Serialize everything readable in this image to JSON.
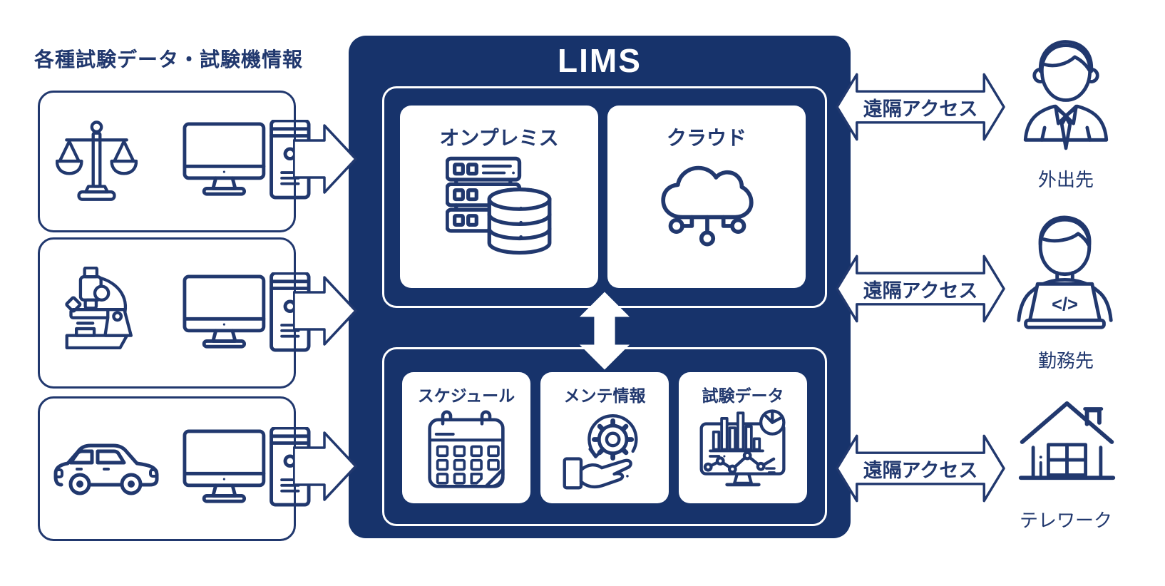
{
  "colors": {
    "navy_fill": "#17336b",
    "line_stroke": "#21386e",
    "white": "#ffffff"
  },
  "left_panel": {
    "heading": "各種試験データ・試験機情報",
    "sources": [
      {
        "icons": [
          "balance-scale-icon",
          "desktop-computer-icon"
        ]
      },
      {
        "icons": [
          "microscope-icon",
          "desktop-computer-icon"
        ]
      },
      {
        "icons": [
          "car-icon",
          "desktop-computer-icon"
        ]
      }
    ]
  },
  "lims": {
    "title": "LIMS",
    "infrastructure_cards": [
      {
        "label": "オンプレミス",
        "icon": "server-database-icon"
      },
      {
        "label": "クラウド",
        "icon": "cloud-network-icon"
      }
    ],
    "function_cards": [
      {
        "label": "スケジュール",
        "icon": "calendar-icon"
      },
      {
        "label": "メンテ情報",
        "icon": "gear-hand-icon"
      },
      {
        "label": "試験データ",
        "icon": "chart-monitor-icon"
      }
    ]
  },
  "remote": {
    "arrow_label": "遠隔アクセス",
    "destinations": [
      {
        "label": "外出先",
        "icon": "businessman-icon"
      },
      {
        "label": "勤務先",
        "icon": "laptop-worker-icon"
      },
      {
        "label": "テレワーク",
        "icon": "house-icon"
      }
    ]
  }
}
